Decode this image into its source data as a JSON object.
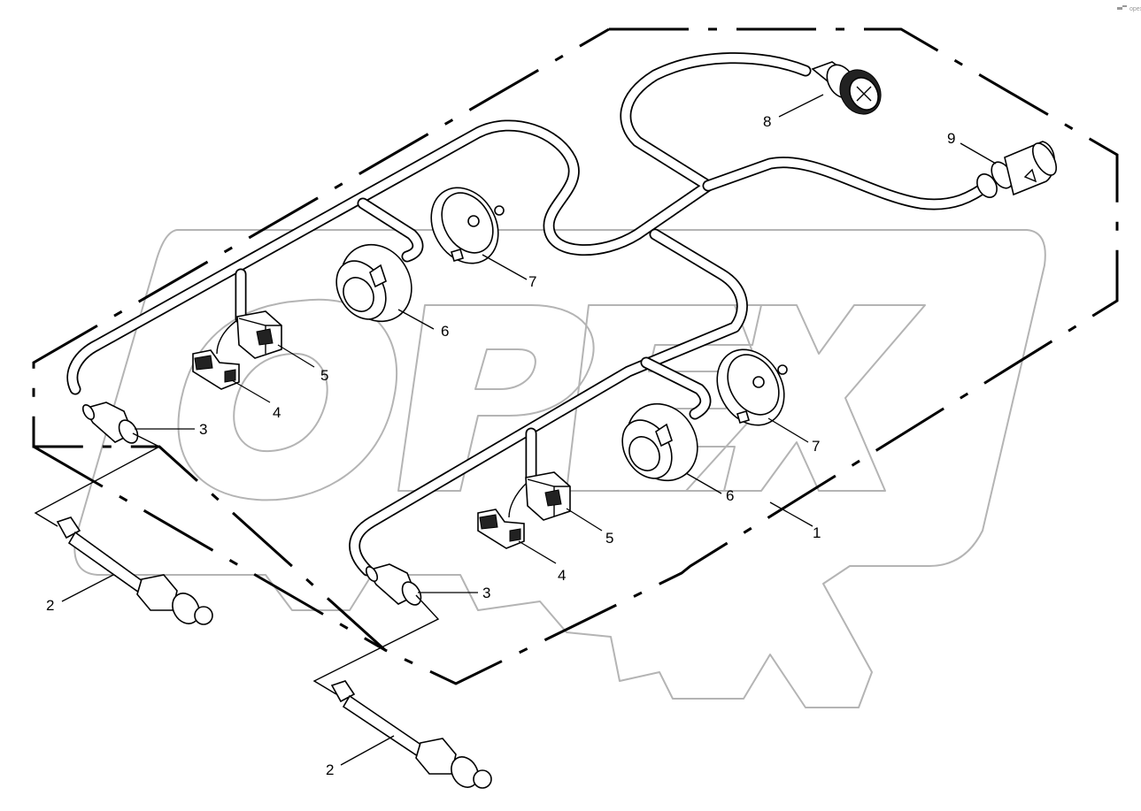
{
  "diagram": {
    "type": "exploded parts diagram",
    "subject": "trailer lighting wiring harness",
    "watermark_text": "OPEX",
    "corner_mark": "opex",
    "colors": {
      "line": "#000000",
      "watermark": "#b4b4b4",
      "background": "#ffffff"
    }
  },
  "callouts": [
    {
      "number": "1",
      "part": "wiring-harness-assembly"
    },
    {
      "number": "2",
      "part": "sensor-cable-left"
    },
    {
      "number": "2",
      "part": "sensor-cable-right"
    },
    {
      "number": "3",
      "part": "bullet-connector-left"
    },
    {
      "number": "3",
      "part": "bullet-connector-right"
    },
    {
      "number": "4",
      "part": "small-plug-connector-left"
    },
    {
      "number": "4",
      "part": "small-plug-connector-right"
    },
    {
      "number": "5",
      "part": "socket-connector-left"
    },
    {
      "number": "5",
      "part": "socket-connector-right"
    },
    {
      "number": "6",
      "part": "7-pin-socket-left"
    },
    {
      "number": "6",
      "part": "7-pin-socket-right"
    },
    {
      "number": "7",
      "part": "socket-housing-left"
    },
    {
      "number": "7",
      "part": "socket-housing-right"
    },
    {
      "number": "8",
      "part": "round-multi-pin-connector"
    },
    {
      "number": "9",
      "part": "7-pin-plug"
    }
  ]
}
